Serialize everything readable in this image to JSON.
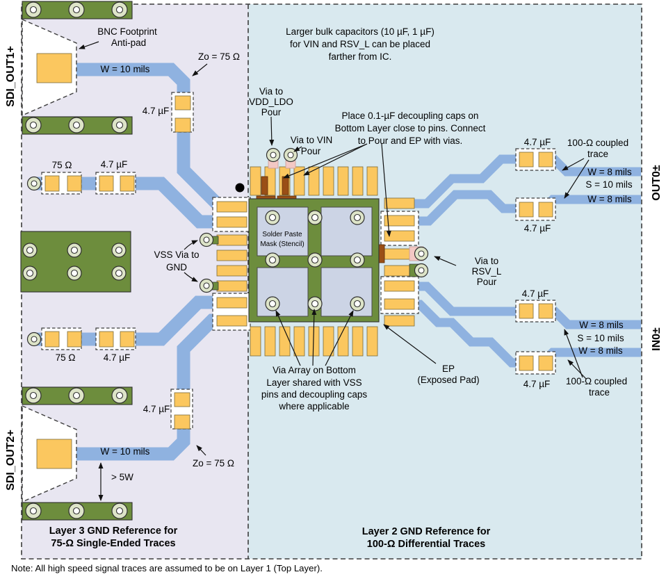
{
  "colors": {
    "region_left_bg": "#e8e6f1",
    "region_right_bg": "#d9e9ef",
    "pcb_green": "#6d8d3d",
    "pad_yellow": "#fbc75f",
    "trace_blue": "#8fb2e0",
    "cap_brown": "#9a4f16",
    "via_pink": "#f3c8c4",
    "signal_label_blue": "#2b3f9e"
  },
  "left": {
    "sdi_out1": "SDI_OUT1+",
    "sdi_out2": "SDI_OUT2+",
    "bnc1": "BNC Footprint",
    "bnc2": "Anti-pad",
    "zo_top": "Zo = 75 Ω",
    "zo_bot": "Zo = 75 Ω",
    "w10_top": "W = 10 mils",
    "w10_bot": "W = 10 mils",
    "cap_vert_top": "4.7 µF",
    "cap_vert_bot": "4.7 µF",
    "r75_1": "75 Ω",
    "c47_1": "4.7 µF",
    "r75_2": "75 Ω",
    "c47_2": "4.7 µF",
    "vss1": "VSS Via to",
    "vss2": "GND",
    "gt5w": "> 5W",
    "title1": "Layer 3 GND Reference for",
    "title2": "75-Ω Single-Ended Traces"
  },
  "right": {
    "bulk1": "Larger bulk capacitors (10 µF, 1 µF)",
    "bulk2": "for VIN and RSV_L can be placed",
    "bulk3": "farther from IC.",
    "vdd1": "Via to",
    "vdd2": "VDD_LDO",
    "vdd3": "Pour",
    "vin1": "Via to VIN",
    "vin2": "Pour",
    "decap1": "Place 0.1-µF decoupling caps on",
    "decap2": "Bottom Layer close to pins. Connect",
    "decap3": "to Pour and EP with vias.",
    "rsv1": "Via to",
    "rsv2": "RSV_L",
    "rsv3": "Pour",
    "solder1": "Solder Paste",
    "solder2": "Mask (Stencil)",
    "viaarr1": "Via Array on Bottom",
    "viaarr2": "Layer shared with VSS",
    "viaarr3": "pins and decoupling caps",
    "viaarr4": "where applicable",
    "ep1": "EP",
    "ep2": "(Exposed Pad)",
    "out0": "OUT0±",
    "in0": "IN0±",
    "out_cap_t": "4.7 µF",
    "out_cap_b": "4.7 µF",
    "in_cap_t": "4.7 µF",
    "in_cap_b": "4.7 µF",
    "coupled_out1": "100-Ω coupled",
    "coupled_out2": "trace",
    "coupled_in1": "100-Ω coupled",
    "coupled_in2": "trace",
    "out_w1": "W = 8 mils",
    "out_s": "S = 10 mils",
    "out_w2": "W = 8 mils",
    "in_w1": "W = 8 mils",
    "in_s": "S = 10 mils",
    "in_w2": "W = 8 mils",
    "title1": "Layer 2 GND Reference for",
    "title2": "100-Ω Differential Traces"
  },
  "note": "Note: All high speed signal traces are assumed to be on Layer 1 (Top Layer)."
}
